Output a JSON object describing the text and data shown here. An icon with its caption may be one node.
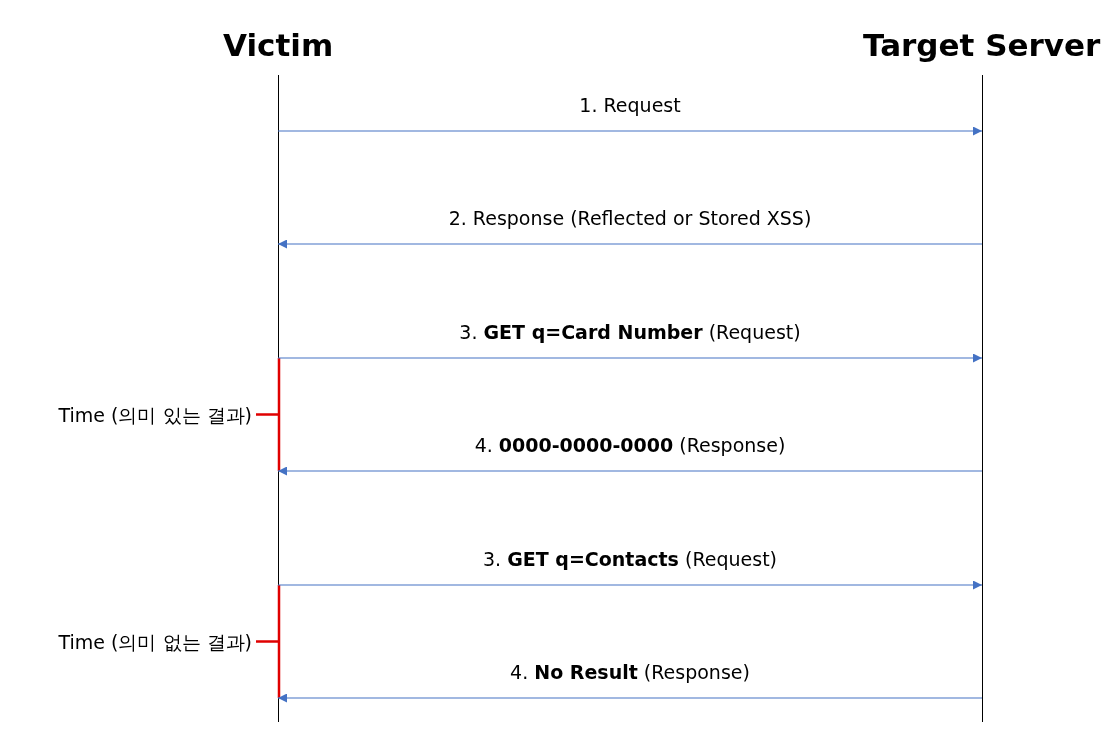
{
  "diagram": {
    "nodes": [
      {
        "text": [
          "Victim"
        ]
      },
      {
        "text": [
          "Target Server"
        ]
      }
    ],
    "edges": [
      {
        "from": 0,
        "to": 1,
        "arrow": "to",
        "label": "1. Request"
      },
      {
        "from": 1,
        "to": 0,
        "arrow": "to",
        "label": "2. Response (Reflected or Stored XSS)"
      },
      {
        "from": 0,
        "to": 1,
        "arrow": "to",
        "label": "3. **GET q=Card Number** (Request)"
      },
      {
        "from": 1,
        "to": 0,
        "arrow": "to",
        "label": "4. **0000-0000-0000** (Response)"
      },
      {
        "from": 0,
        "to": 1,
        "arrow": "to",
        "label": "3. **GET q=Contacts** (Request)"
      },
      {
        "from": 1,
        "to": 0,
        "arrow": "to",
        "label": "4. **No Result** (Response)"
      }
    ],
    "labels": [
      "Time (의미 있는 결과)",
      "Time (의미 없는 결과)"
    ]
  }
}
